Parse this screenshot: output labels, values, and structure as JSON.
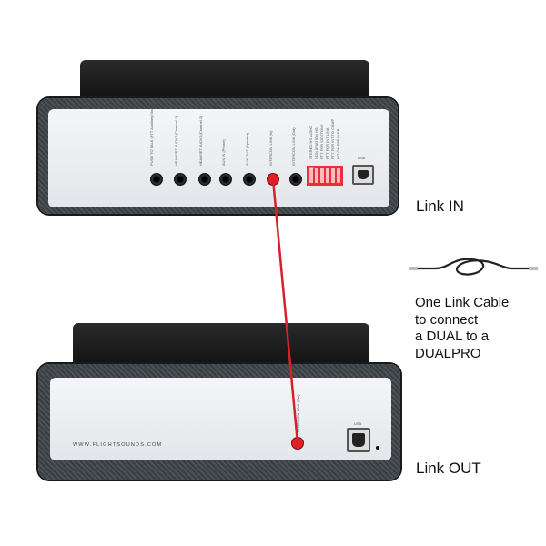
{
  "top_unit": {
    "jack_labels": [
      "PUSH TO TALK (PTT Auxiliary Module)",
      "HEADSET AUDIO (Channel 1)",
      "HEADSET AUDIO (Channel 2)",
      "AUX IN (Phone)",
      "AUX OUT (Speaker)",
      "INTERCOM LINK (In)",
      "INTERCOM LINK (Out)"
    ],
    "dip_labels": [
      "STEREO HS AUDIO",
      "NON AVIATION HS",
      "PTT FOR SIDETONE",
      "PTT FOR INT LINK",
      "PTT FOR INT TO COMP",
      "INT ON SPEAKER"
    ],
    "dip_on": "ON",
    "usb_label": "USB"
  },
  "bottom_unit": {
    "website": "WWW.FLIGHTSOUNDS.COM",
    "jack_label": "INTERCOM LINK (Out)",
    "usb_label": "USB"
  },
  "annotations": {
    "link_in": "Link IN",
    "link_out": "Link OUT",
    "cable_note": [
      "One Link Cable",
      "to connect",
      "a DUAL to a",
      "DUALPRO"
    ]
  },
  "colors": {
    "link_cable": "#d8202a",
    "chassis": "#1c1c1c",
    "panel": "#eef0f3"
  }
}
